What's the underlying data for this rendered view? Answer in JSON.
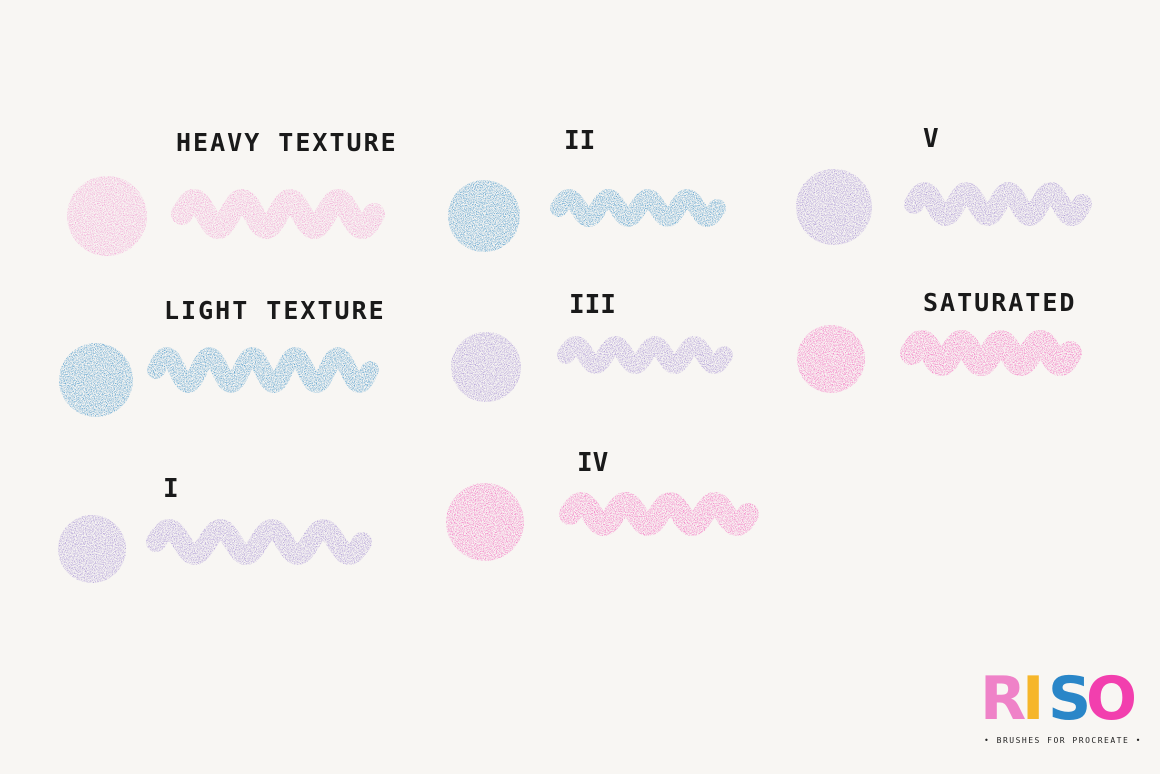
{
  "colors": {
    "background": "#f8f6f3",
    "pink": "#ef82c8",
    "blue": "#1379bc",
    "purple": "#8d72c9",
    "magenta": "#f23fae",
    "logo_yellow": "#f6b62a",
    "logo_blue": "#2a86c8"
  },
  "swatches": [
    {
      "label": "HEAVY TEXTURE",
      "color_key": "pink",
      "icon": "circle-and-squiggle"
    },
    {
      "label": "LIGHT TEXTURE",
      "color_key": "blue",
      "icon": "circle-and-squiggle"
    },
    {
      "label": "I",
      "color_key": "purple",
      "icon": "circle-and-squiggle"
    },
    {
      "label": "II",
      "color_key": "blue",
      "icon": "circle-and-squiggle"
    },
    {
      "label": "III",
      "color_key": "purple",
      "icon": "circle-and-squiggle"
    },
    {
      "label": "IV",
      "color_key": "magenta",
      "icon": "circle-and-squiggle"
    },
    {
      "label": "V",
      "color_key": "purple",
      "icon": "circle-and-squiggle"
    },
    {
      "label": "SATURATED",
      "color_key": "magenta",
      "icon": "circle-and-squiggle"
    }
  ],
  "logo": {
    "letters": [
      "R",
      "I",
      "S",
      "O"
    ],
    "letter_colors": [
      "#ef82c8",
      "#f6b62a",
      "#2a86c8",
      "#f23fae"
    ],
    "subtitle": "• BRUSHES FOR PROCREATE •"
  }
}
